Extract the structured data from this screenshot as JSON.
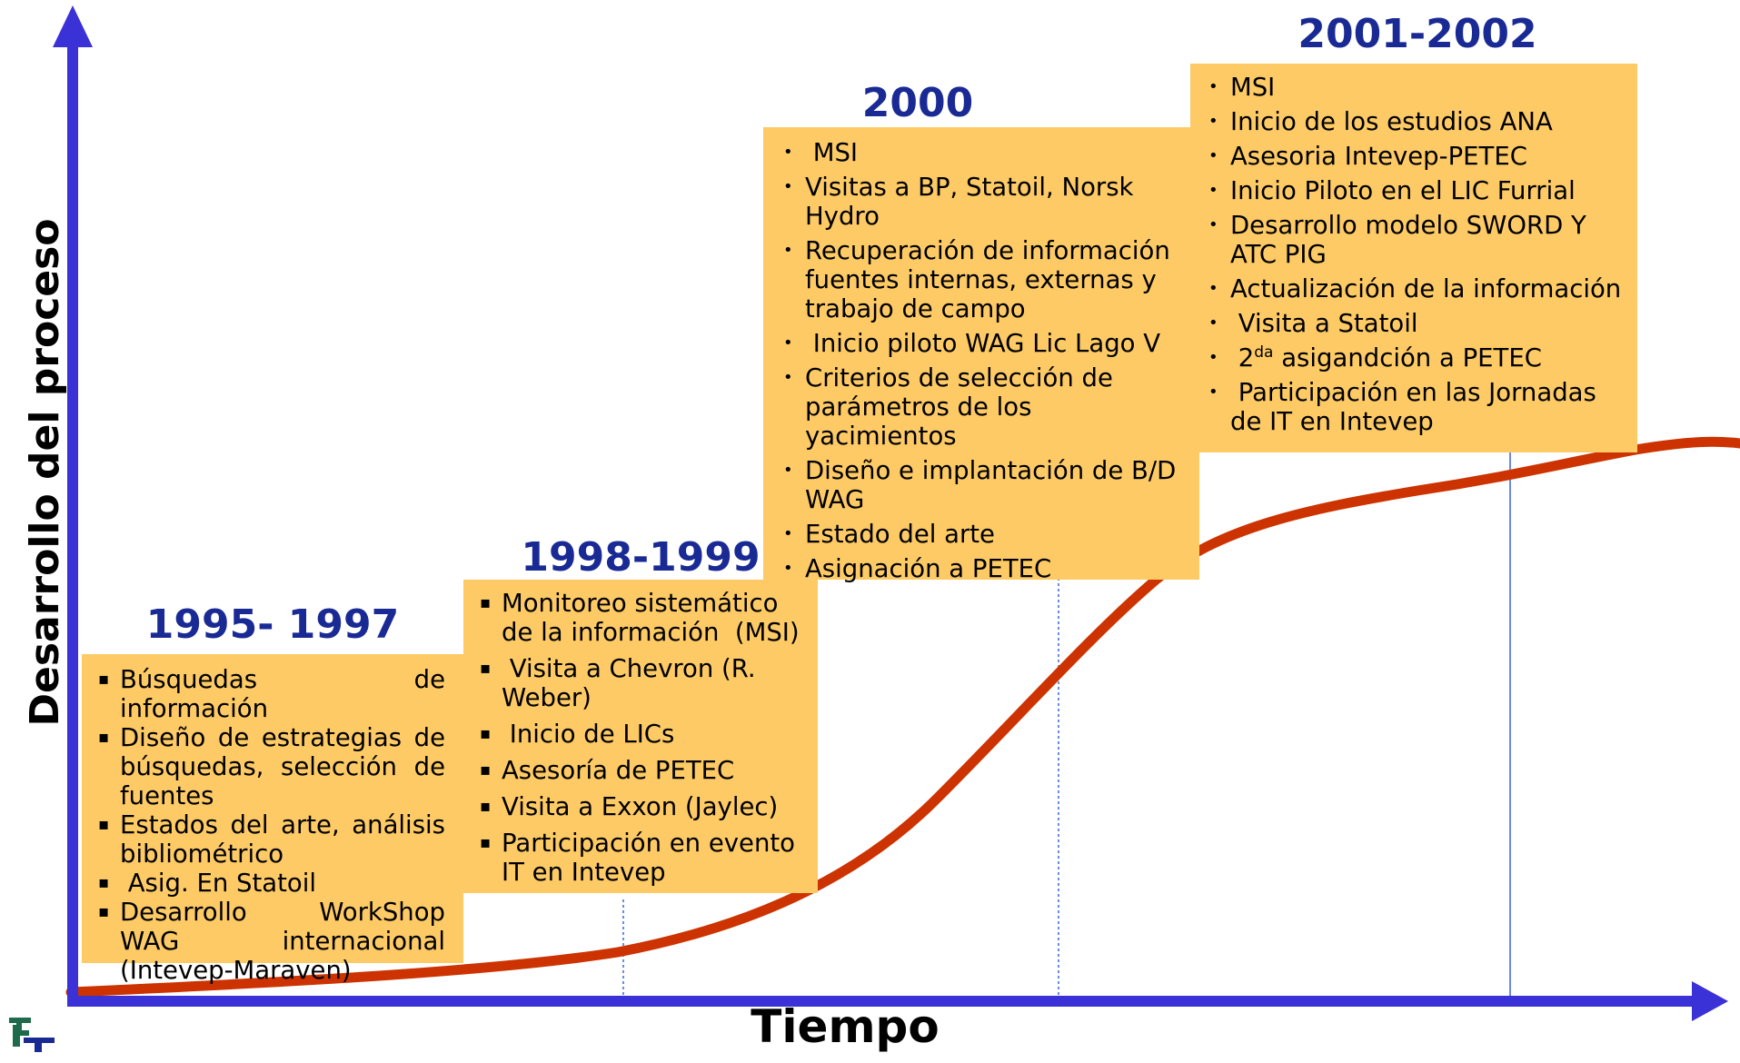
{
  "axes": {
    "x_label": "Tiempo",
    "y_label": "Desarrollo del proceso"
  },
  "colors": {
    "axis": "#3a31d6",
    "curve": "#cc3300",
    "box_fill": "#fdca66",
    "title": "#1a2a94",
    "divider": "#3a66d6"
  },
  "periods": [
    {
      "title": "1995- 1997",
      "bullet": "▪",
      "items": [
        "Búsquedas de información",
        "Diseño de estrategias de búsquedas, selección de fuentes",
        "Estados del arte, análisis bibliométrico",
        " Asig. En Statoil",
        "Desarrollo WorkShop WAG internacional (Intevep-Maraven)"
      ]
    },
    {
      "title": "1998-1999",
      "bullet": "▪",
      "items": [
        "Monitoreo sistemático de la información  (MSI)",
        " Visita a Chevron (R. Weber)",
        " Inicio de LICs",
        "Asesoría de PETEC",
        "Visita a Exxon (Jaylec)",
        "Participación en evento IT en Intevep"
      ]
    },
    {
      "title": "2000",
      "bullet": "•",
      "items": [
        " MSI",
        "Visitas a BP, Statoil, Norsk Hydro",
        "Recuperación de información fuentes internas, externas y trabajo de campo",
        " Inicio piloto WAG Lic Lago V",
        "Criterios de selección de parámetros de los yacimientos",
        "Diseño e implantación de B/D WAG",
        "Estado del arte",
        "Asignación a PETEC"
      ]
    },
    {
      "title": "2001-2002",
      "bullet": "•",
      "items": [
        "MSI",
        "Inicio de los estudios ANA",
        "Asesoria Intevep-PETEC",
        "Inicio Piloto en el LIC Furrial",
        "Desarrollo modelo SWORD Y ATC PIG",
        "Actualización de la información",
        " Visita a Statoil",
        " 2",
        " Participación en las Jornadas de IT en Intevep"
      ],
      "superscript_item": {
        "prefix": " 2",
        "sup": "da",
        "suffix": " asigandción a PETEC"
      }
    }
  ]
}
